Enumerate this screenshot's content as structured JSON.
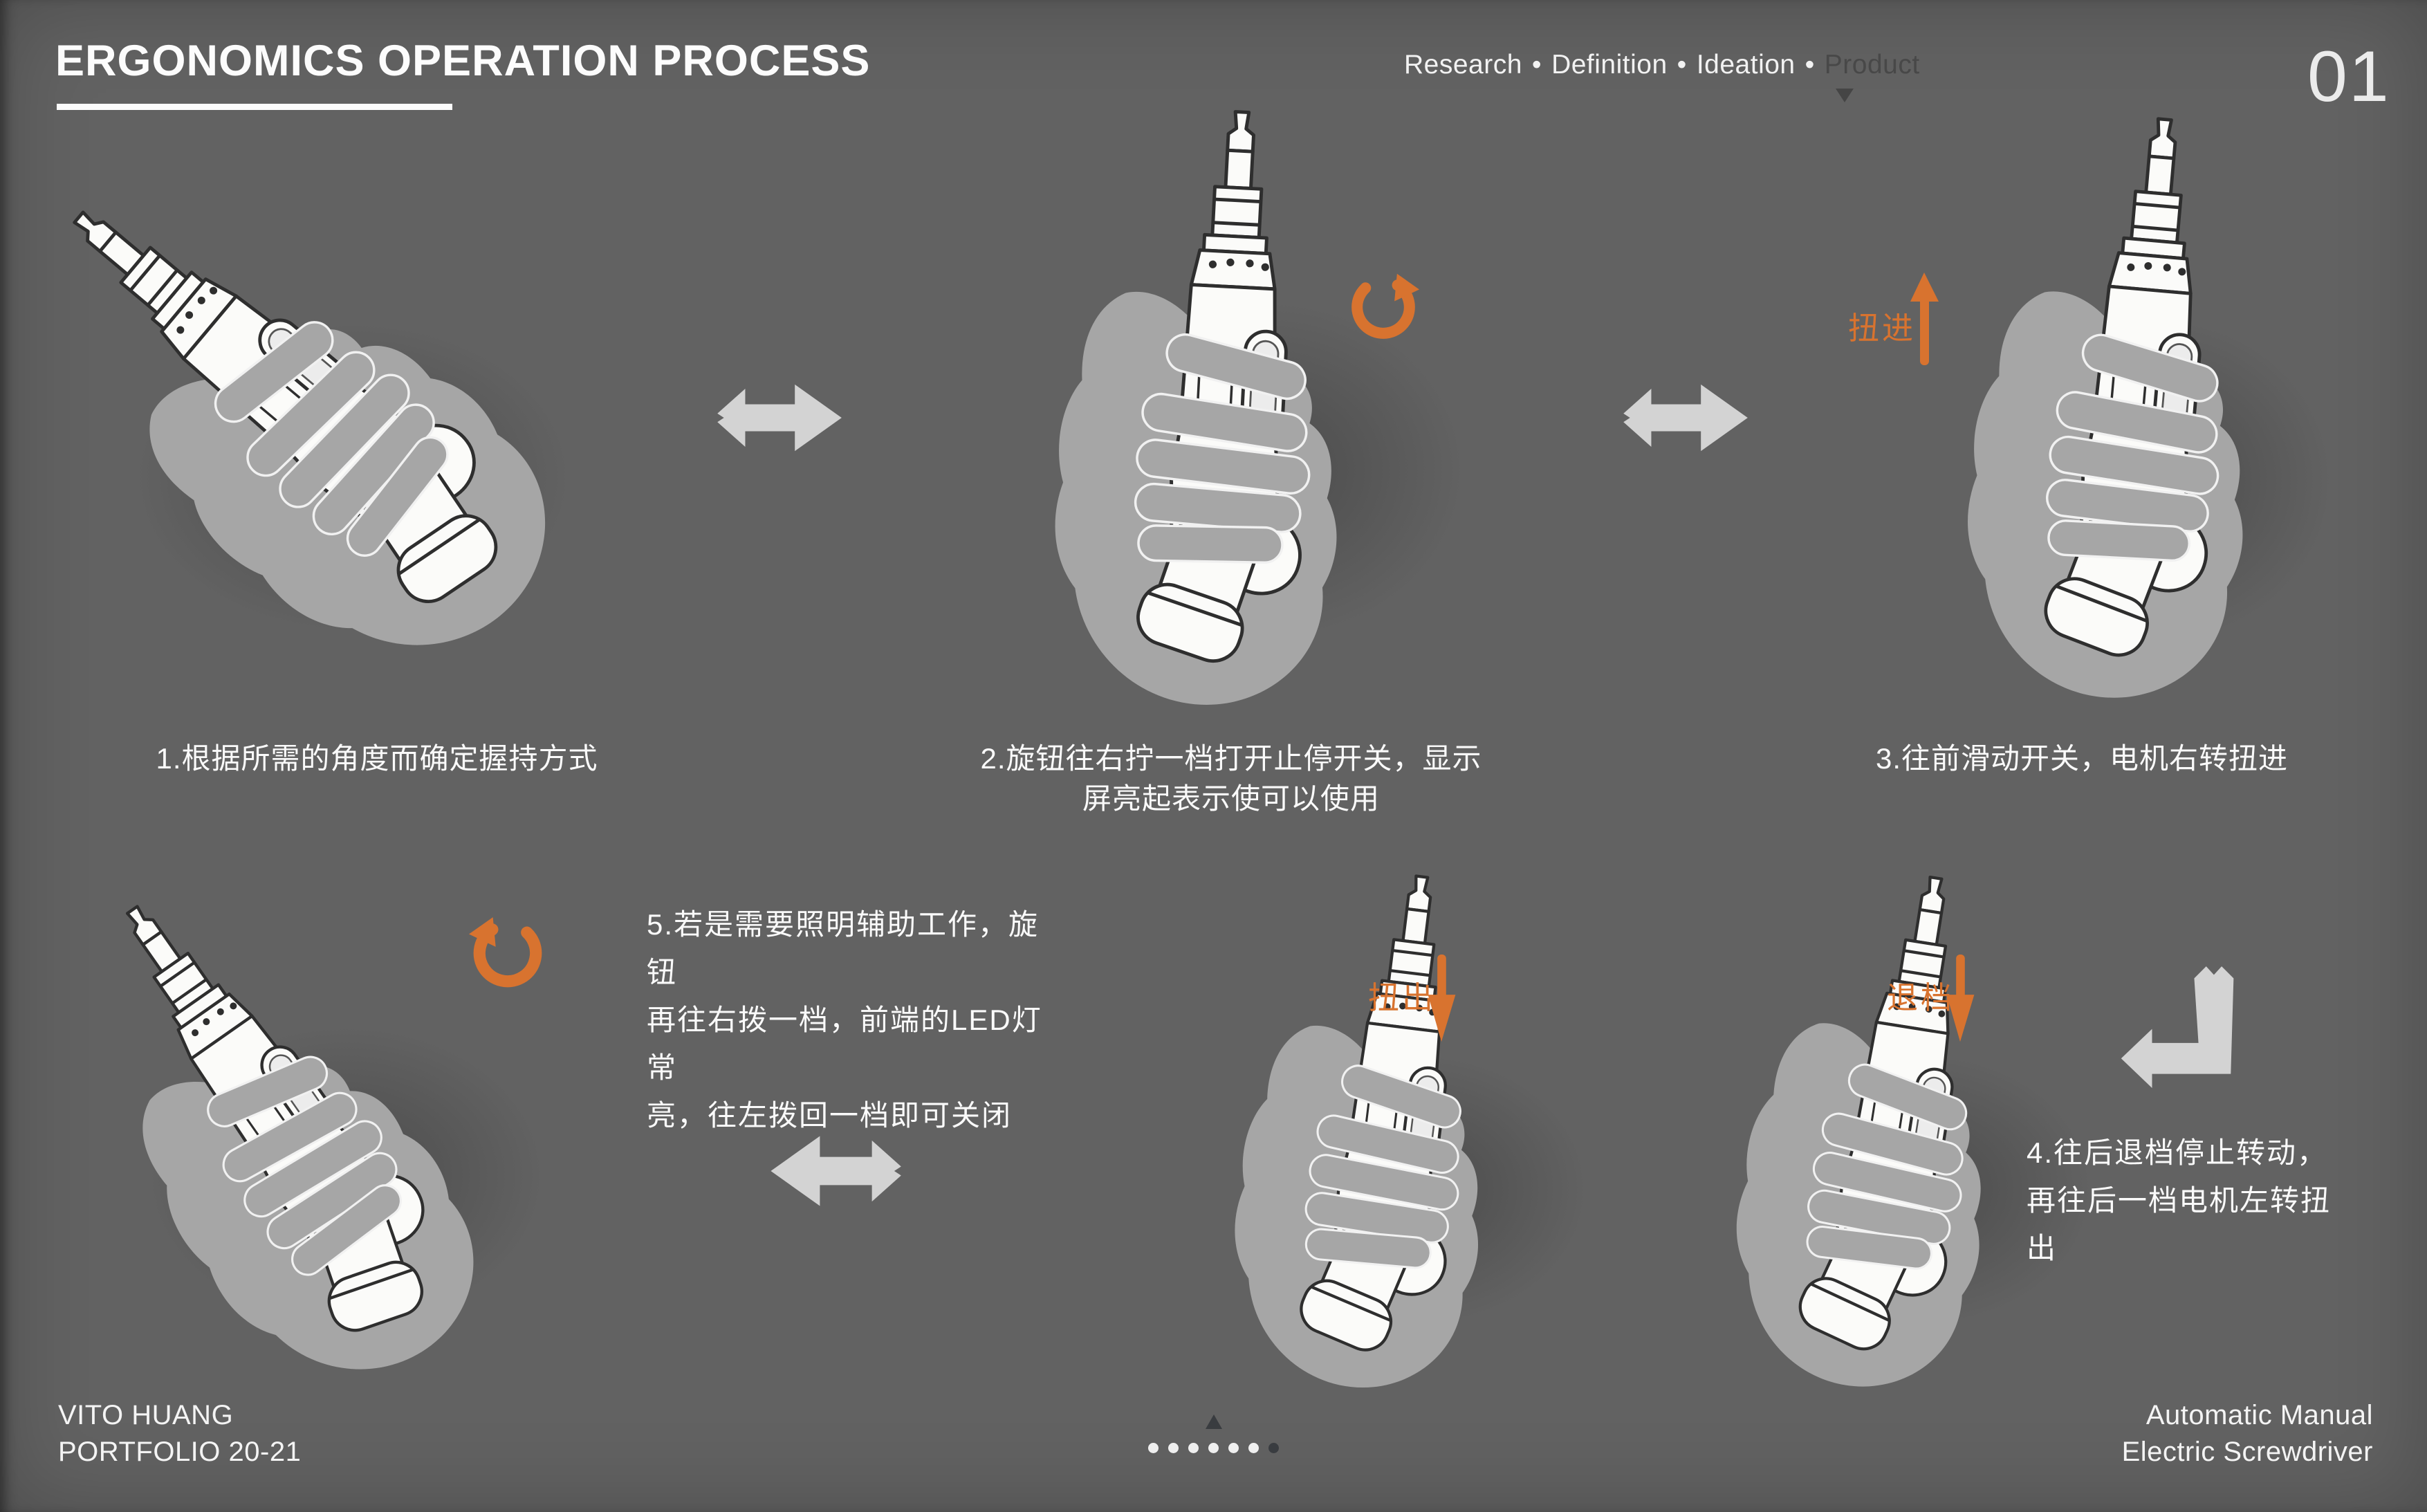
{
  "page": {
    "title": "ERGONOMICS OPERATION PROCESS",
    "page_number": "01"
  },
  "breadcrumb": {
    "separator": "•",
    "items": [
      {
        "label": "Research",
        "active": true
      },
      {
        "label": "Definition",
        "active": true
      },
      {
        "label": "Ideation",
        "active": true
      },
      {
        "label": "Product",
        "active": false
      }
    ]
  },
  "panels": {
    "step1": {
      "caption": "1.根据所需的角度而确定握持方式"
    },
    "step2": {
      "caption_line1": "2.旋钮往右拧一档打开止停开关，显示",
      "caption_line2": "屏亮起表示使可以使用",
      "icon": "rotate-clockwise"
    },
    "step3": {
      "caption": "3.往前滑动开关，电机右转扭进",
      "annotation": "扭进",
      "annotation_direction": "up"
    },
    "step4": {
      "annotation": "退档",
      "annotation_direction": "down",
      "text_line1": "4.往后退档停止转动，",
      "text_line2": "再往后一档电机左转扭出"
    },
    "step4b": {
      "annotation": "扭出",
      "annotation_direction": "down"
    },
    "step5": {
      "icon": "rotate-counterclockwise",
      "text_line1": "5.若是需要照明辅助工作，旋钮",
      "text_line2": "再往右拨一档，前端的LED灯常",
      "text_line3": "亮，往左拨回一档即可关闭"
    }
  },
  "footer": {
    "author_line1": "VITO HUANG",
    "author_line2": "PORTFOLIO 20-21",
    "product_line1": "Automatic Manual",
    "product_line2": "Electric Screwdriver",
    "pagination": {
      "dot_count": 7,
      "active_dot_index": 6,
      "indicator_dot_index": 3
    }
  },
  "colors": {
    "background": "#626262",
    "accent_orange": "#d8732f",
    "flow_arrow_gray": "#d3d3d3",
    "muted_dark": "#393c40",
    "text_white": "#fafafa"
  }
}
